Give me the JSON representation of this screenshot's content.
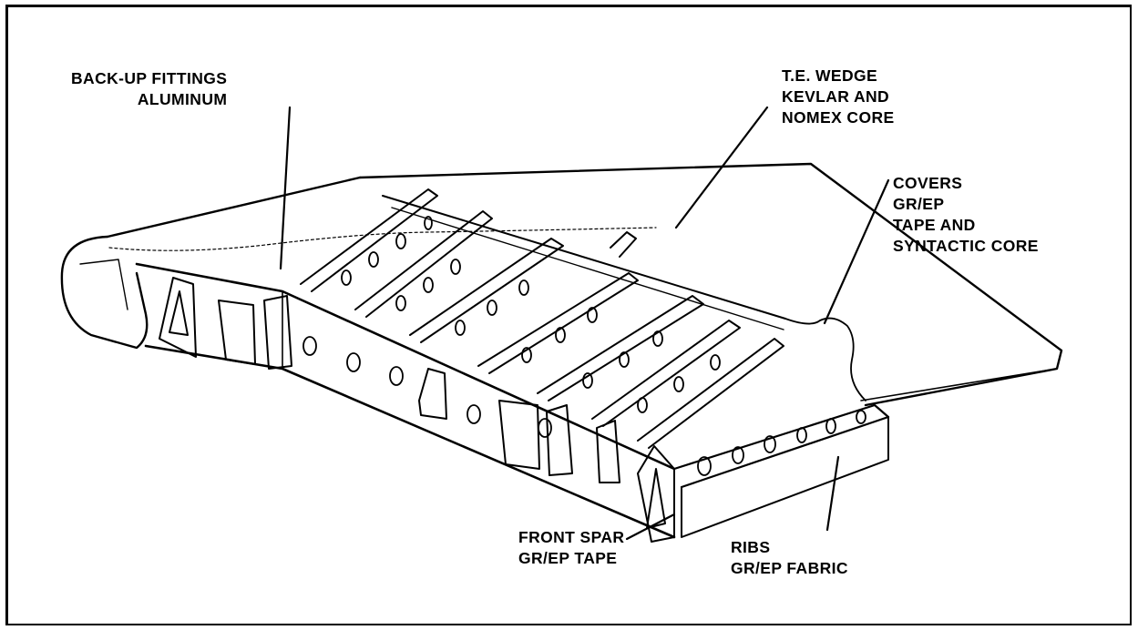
{
  "callouts": {
    "backup_fittings": {
      "line1": "BACK-UP FITTINGS",
      "line2": "ALUMINUM"
    },
    "te_wedge": {
      "line1": "T.E. WEDGE",
      "line2": "KEVLAR AND",
      "line3": "NOMEX CORE"
    },
    "covers": {
      "line1": "COVERS",
      "line2": "GR/EP",
      "line3": "TAPE AND",
      "line4": "SYNTACTIC CORE"
    },
    "front_spar": {
      "line1": "FRONT SPAR",
      "line2": "GR/EP TAPE"
    },
    "ribs": {
      "line1": "RIBS",
      "line2": "GR/EP FABRIC"
    }
  },
  "colors": {
    "ink": "#000000",
    "paper": "#ffffff"
  }
}
